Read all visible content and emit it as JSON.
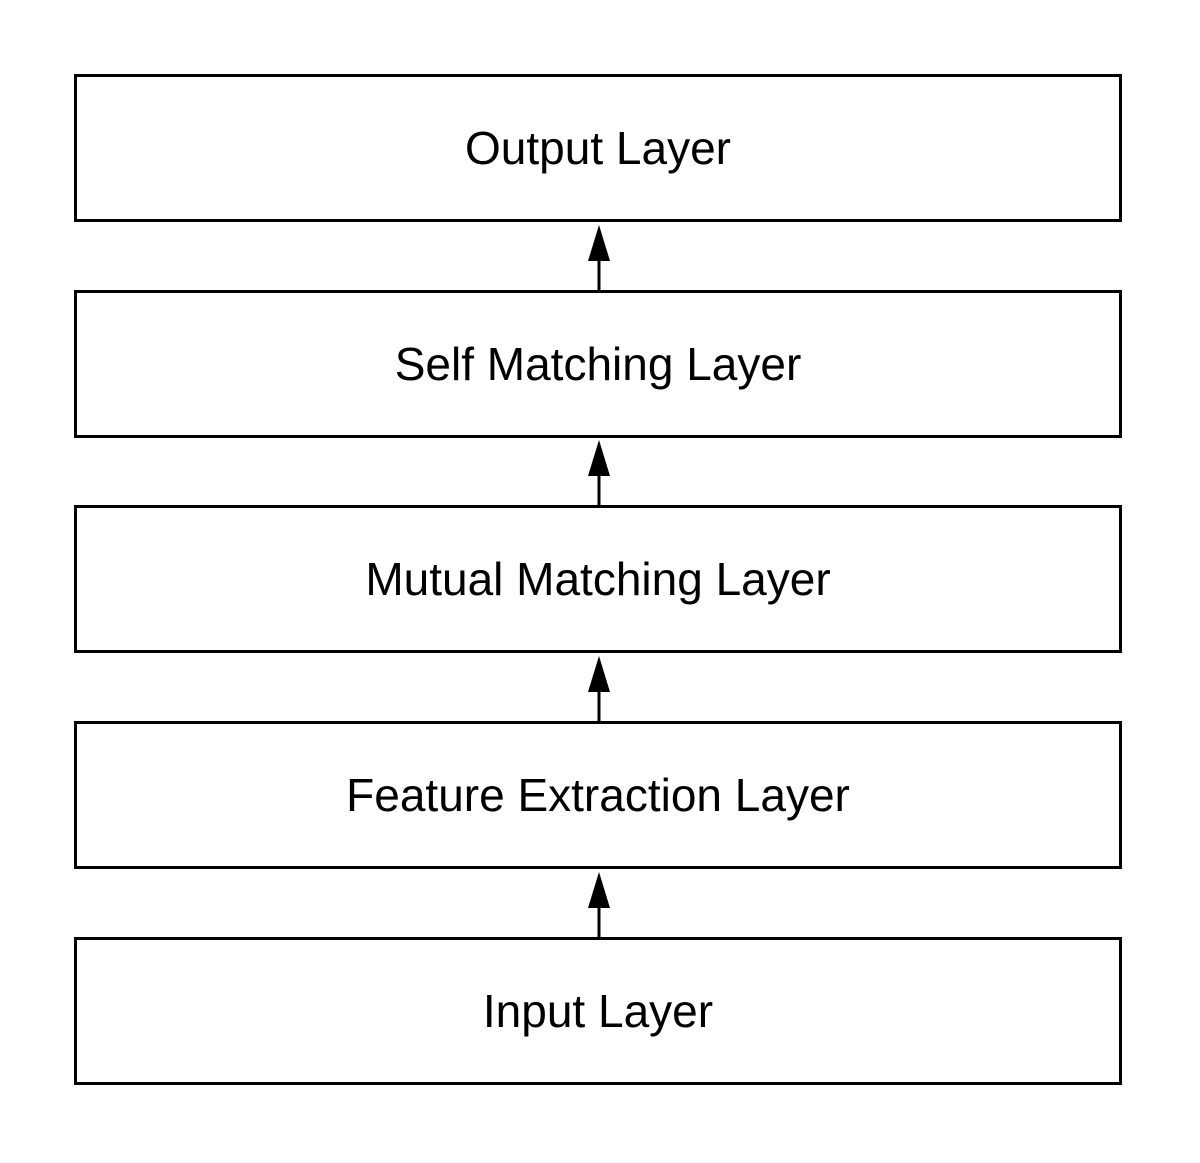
{
  "diagram": {
    "layers": [
      {
        "label": "Output Layer"
      },
      {
        "label": "Self Matching Layer"
      },
      {
        "label": "Mutual Matching Layer"
      },
      {
        "label": "Feature Extraction Layer"
      },
      {
        "label": "Input Layer"
      }
    ],
    "colors": {
      "stroke": "#000000",
      "background": "#ffffff"
    }
  }
}
